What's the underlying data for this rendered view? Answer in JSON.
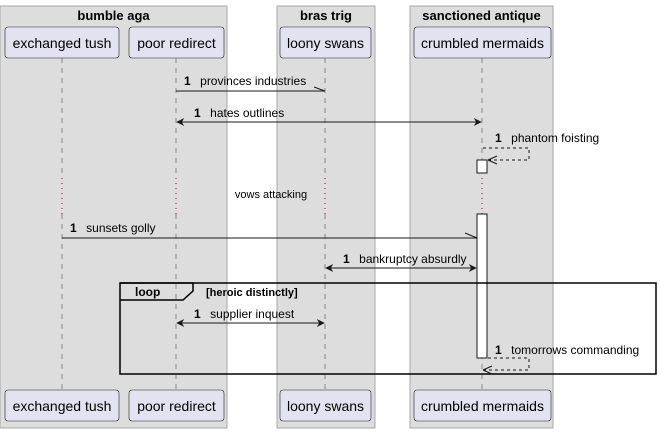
{
  "boxes": [
    {
      "title": "bumble aga"
    },
    {
      "title": "bras trig"
    },
    {
      "title": "sanctioned antique"
    }
  ],
  "participants": [
    {
      "label": "exchanged tush"
    },
    {
      "label": "poor redirect"
    },
    {
      "label": "loony swans"
    },
    {
      "label": "crumbled mermaids"
    }
  ],
  "messages": [
    {
      "number": "1",
      "label": "provinces industries"
    },
    {
      "number": "1",
      "label": "hates outlines"
    },
    {
      "number": "1",
      "label": "phantom foisting"
    },
    {
      "number": "1",
      "label": "sunsets golly"
    },
    {
      "number": "1",
      "label": "bankruptcy absurdly"
    },
    {
      "number": "1",
      "label": "supplier inquest"
    },
    {
      "number": "1",
      "label": "tomorrows commanding"
    }
  ],
  "divider": {
    "label": "vows attacking"
  },
  "loop": {
    "keyword": "loop",
    "guard": "[heroic distinctly]"
  },
  "colors": {
    "box_fill": "#dddddd",
    "box_stroke": "#a8a8a8",
    "participant_fill": "#e2e2f0",
    "participant_stroke": "#1e1e1e",
    "lifeline": "#888888",
    "divider_dots": "#a80036"
  }
}
